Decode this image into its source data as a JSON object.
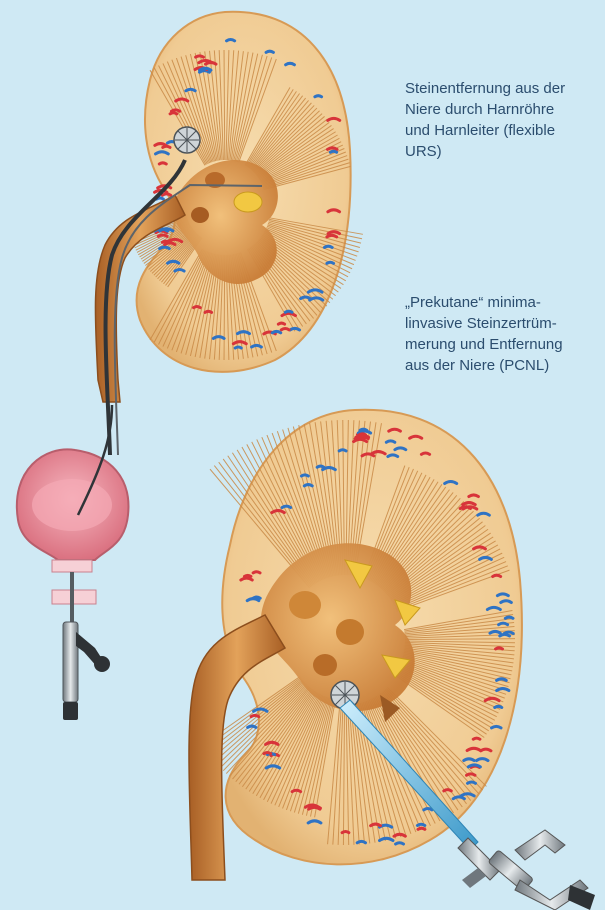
{
  "captions": {
    "urs": {
      "lines": [
        "Steinentfernung aus der",
        "Niere durch Harnröhre",
        "und Harnleiter (flexible",
        "URS)"
      ]
    },
    "pcnl": {
      "lines": [
        "„Prekutane“ minima-",
        "linvasive Steinzertrüm-",
        "merung und Entfernung",
        "aus der Niere (PCNL)"
      ]
    }
  },
  "colors": {
    "background": "#cfe9f4",
    "text": "#2b4d6e",
    "kidney_cortex": "#f3d19e",
    "kidney_medulla": "#e3b06c",
    "renal_pelvis": "#d9914a",
    "ureter": "#c77b36",
    "stone": "#f0c63c",
    "artery": "#d8343a",
    "vein": "#2f73c4",
    "bladder": "#e88a98",
    "instrument": "#9aa3aa",
    "laser_sheath": "#4aa9d8"
  },
  "icons": {
    "ureteroscope": "ureteroscope-icon",
    "nephroscope": "nephroscope-icon",
    "stone_basket": "stone-basket-icon"
  }
}
